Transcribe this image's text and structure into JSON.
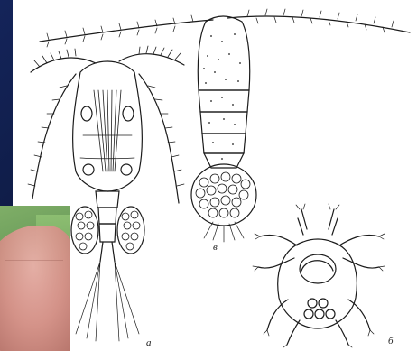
{
  "figure": {
    "labels": {
      "a": "а",
      "b": "б",
      "c": "в"
    }
  },
  "colors": {
    "slide_background": "#0d1a3f",
    "plate_background": "#ffffff",
    "line_art": "#1b1b1b"
  },
  "icons": {
    "copepod_left": "copepod-cyclops-illustration",
    "copepod_center": "copepod-calanus-illustration",
    "mite_right": "water-mite-illustration",
    "photo_inset": "finger-photo"
  }
}
